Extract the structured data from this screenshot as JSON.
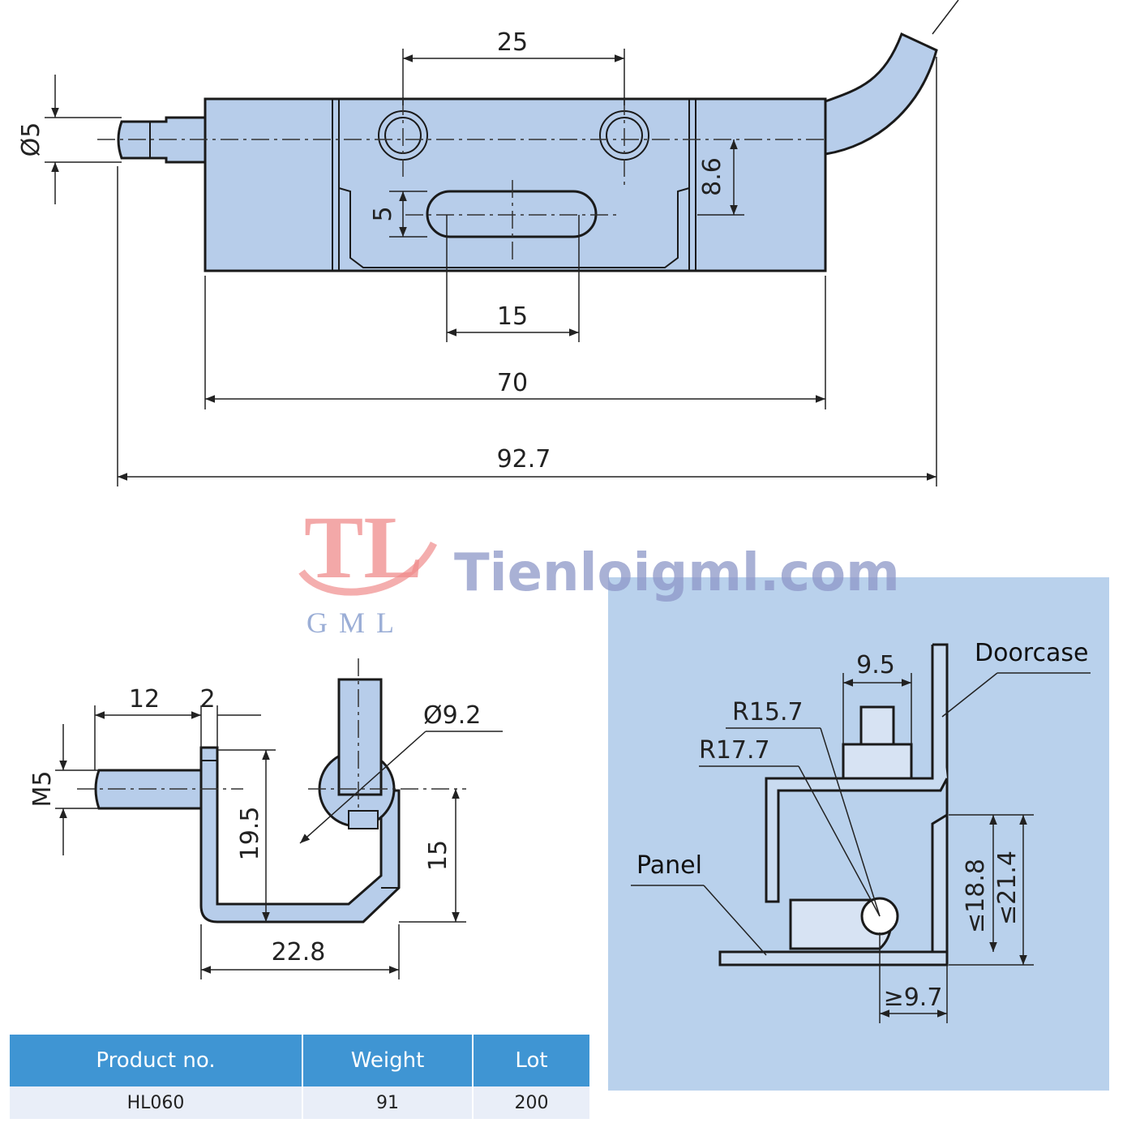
{
  "top_view": {
    "dims": {
      "diameter_pin": "Ø5",
      "pitch": "25",
      "offset": "8.6",
      "slot_width": "5",
      "slot_length": "15",
      "body_length": "70",
      "overall_length": "92.7"
    }
  },
  "side_view": {
    "dims": {
      "thread": "M5",
      "thread_length": "12",
      "gap": "2",
      "diameter_barrel": "Ø9.2",
      "height": "19.5",
      "bend_height": "15",
      "width": "22.8"
    }
  },
  "install_view": {
    "labels": {
      "doorcase": "Doorcase",
      "panel": "Panel"
    },
    "dims": {
      "nut_width": "9.5",
      "r_inner": "R15.7",
      "r_outer": "R17.7",
      "max_a": "≤18.8",
      "max_b": "≤21.4",
      "min_c": "≥9.7"
    },
    "background_color": "#b9d1ec"
  },
  "watermark": {
    "logo": "TL",
    "sub": "GML",
    "site": "Tienloigml.com"
  },
  "spec_table": {
    "headers": [
      "Product no.",
      "Weight",
      "Lot"
    ],
    "rows": [
      [
        "HL060",
        "91",
        "200"
      ]
    ]
  },
  "colors": {
    "part_fill": "#b7cdea",
    "outline": "#1a1a1a",
    "table_header": "#3f95d3",
    "table_row": "#e9eef8"
  }
}
